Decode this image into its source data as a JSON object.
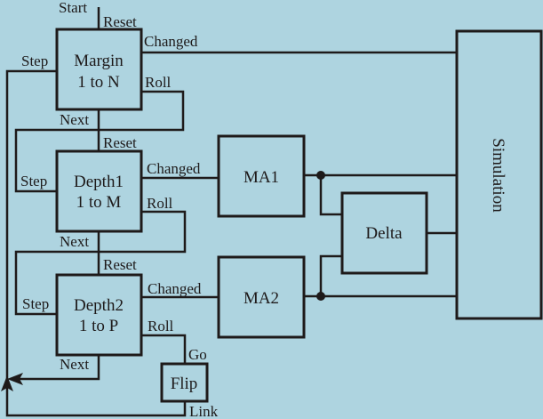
{
  "diagram": {
    "background": "#aed4e0",
    "line_color": "#1e1a1a",
    "blocks": {
      "margin": {
        "line1": "Margin",
        "line2": "1 to N"
      },
      "depth1": {
        "line1": "Depth1",
        "line2": "1 to M"
      },
      "depth2": {
        "line1": "Depth2",
        "line2": "1 to P"
      },
      "ma1": {
        "label": "MA1"
      },
      "ma2": {
        "label": "MA2"
      },
      "delta": {
        "label": "Delta"
      },
      "flip": {
        "label": "Flip"
      },
      "simulation": {
        "label": "Simulation"
      }
    },
    "ports": {
      "start": "Start",
      "margin_reset": "Reset",
      "margin_changed": "Changed",
      "margin_step": "Step",
      "margin_roll": "Roll",
      "margin_next": "Next",
      "depth1_reset": "Reset",
      "depth1_changed": "Changed",
      "depth1_step": "Step",
      "depth1_roll": "Roll",
      "depth1_next": "Next",
      "depth2_reset": "Reset",
      "depth2_changed": "Changed",
      "depth2_step": "Step",
      "depth2_roll": "Roll",
      "depth2_next": "Next",
      "flip_go": "Go",
      "flip_link": "Link"
    }
  }
}
